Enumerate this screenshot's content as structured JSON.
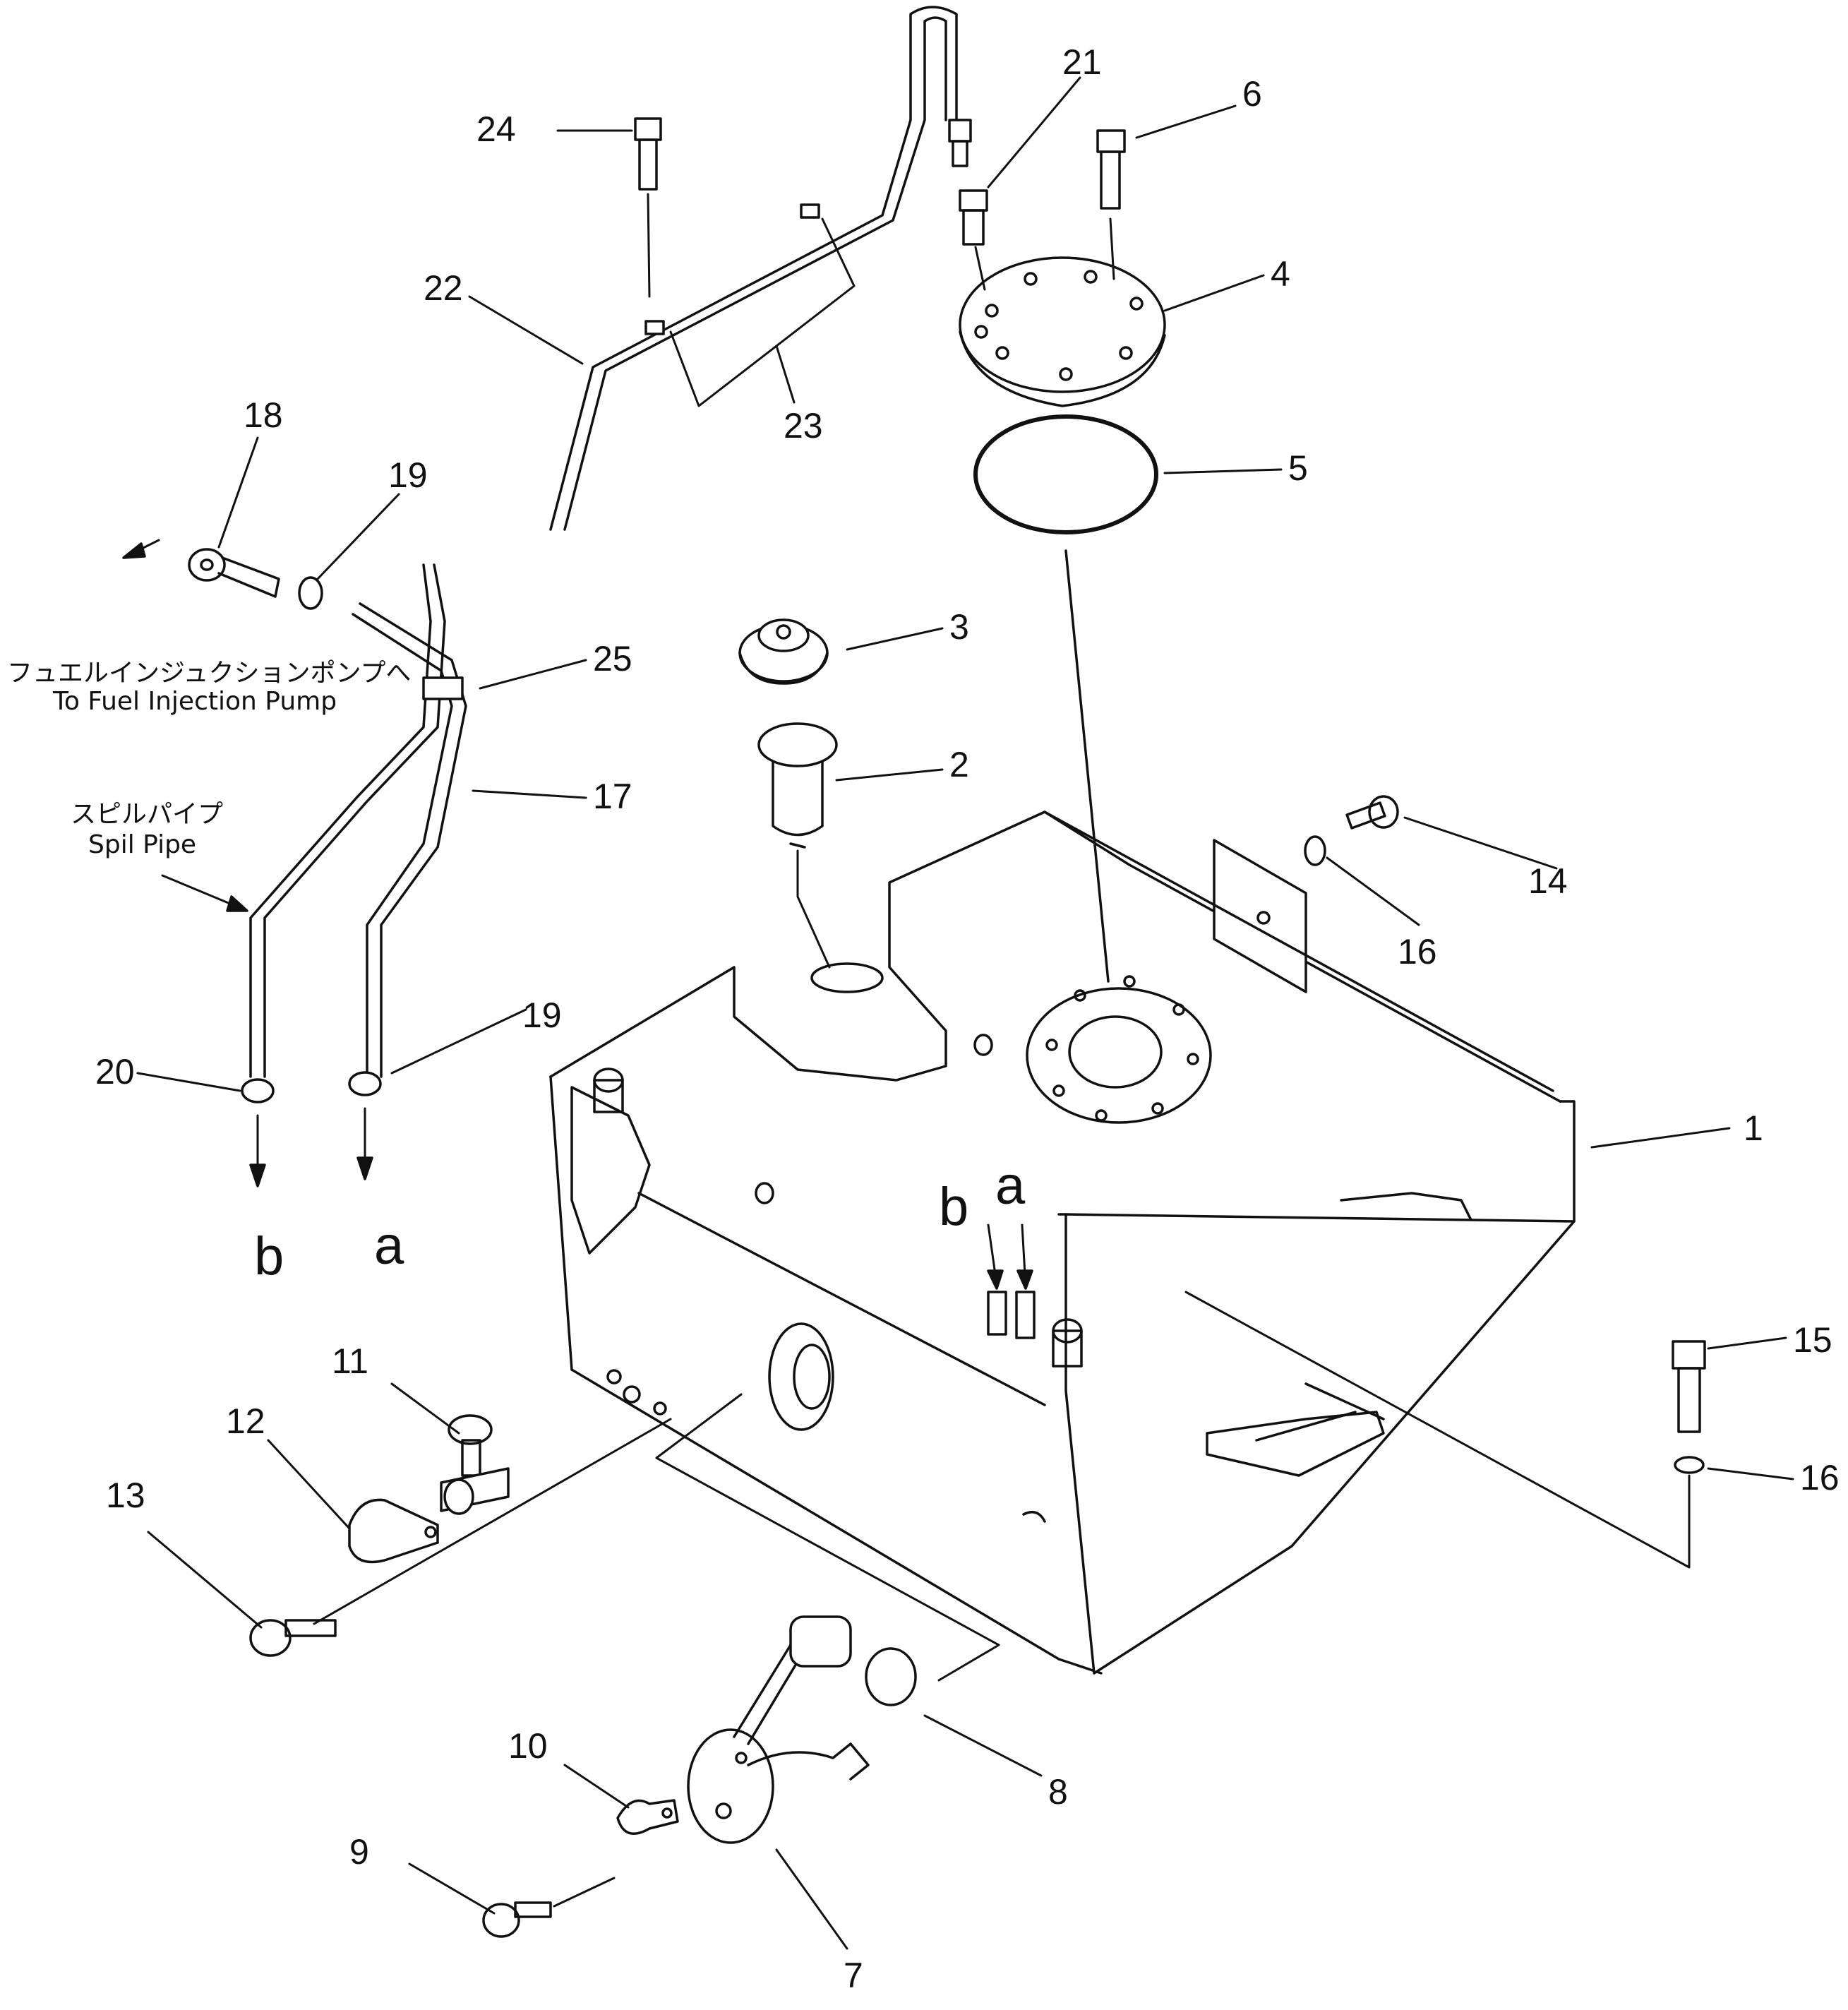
{
  "callouts": {
    "c1": "1",
    "c2": "2",
    "c3": "3",
    "c4": "4",
    "c5": "5",
    "c6": "6",
    "c7": "7",
    "c8": "8",
    "c9": "9",
    "c10": "10",
    "c11": "11",
    "c12": "12",
    "c13": "13",
    "c14": "14",
    "c15": "15",
    "c16a": "16",
    "c16b": "16",
    "c17": "17",
    "c18": "18",
    "c19a": "19",
    "c19b": "19",
    "c20": "20",
    "c21": "21",
    "c22": "22",
    "c23": "23",
    "c24": "24",
    "c25": "25"
  },
  "connectors": {
    "a_upper": "a",
    "b_upper": "b",
    "a_lower": "a",
    "b_lower": "b"
  },
  "notes": {
    "pump_jp": "フュエルインジュクションポンプへ",
    "pump_en": "To Fuel Injection Pump",
    "spill_jp": "スピルパイプ",
    "spill_en": "Spil Pipe"
  }
}
